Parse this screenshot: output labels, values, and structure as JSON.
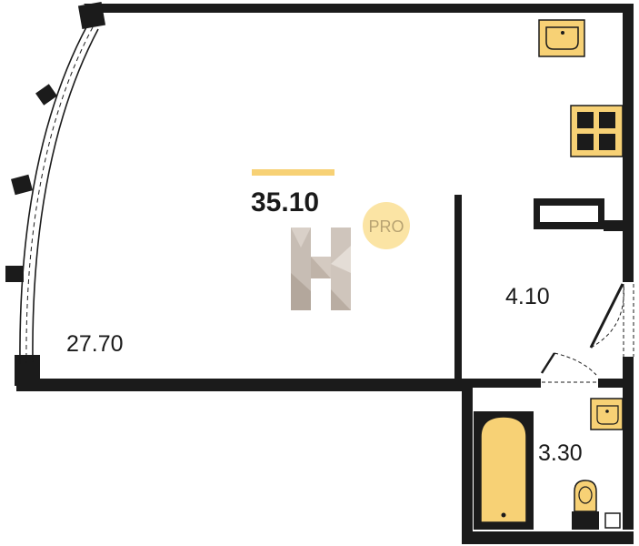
{
  "plan": {
    "total_area": "35.10",
    "rooms": {
      "living": {
        "area": "27.70"
      },
      "hall": {
        "area": "4.10"
      },
      "bath": {
        "area": "3.30"
      }
    },
    "badge": "PRO"
  },
  "colors": {
    "wall": "#1b1b1b",
    "accent": "#f7d175",
    "badge_bg": "#fbe4a4",
    "badge_text": "#b8a372",
    "fixture_fill": "#f7d175"
  },
  "icons": [
    "logo-h-icon",
    "sink-icon",
    "stove-icon",
    "bathtub-icon",
    "toilet-icon"
  ]
}
